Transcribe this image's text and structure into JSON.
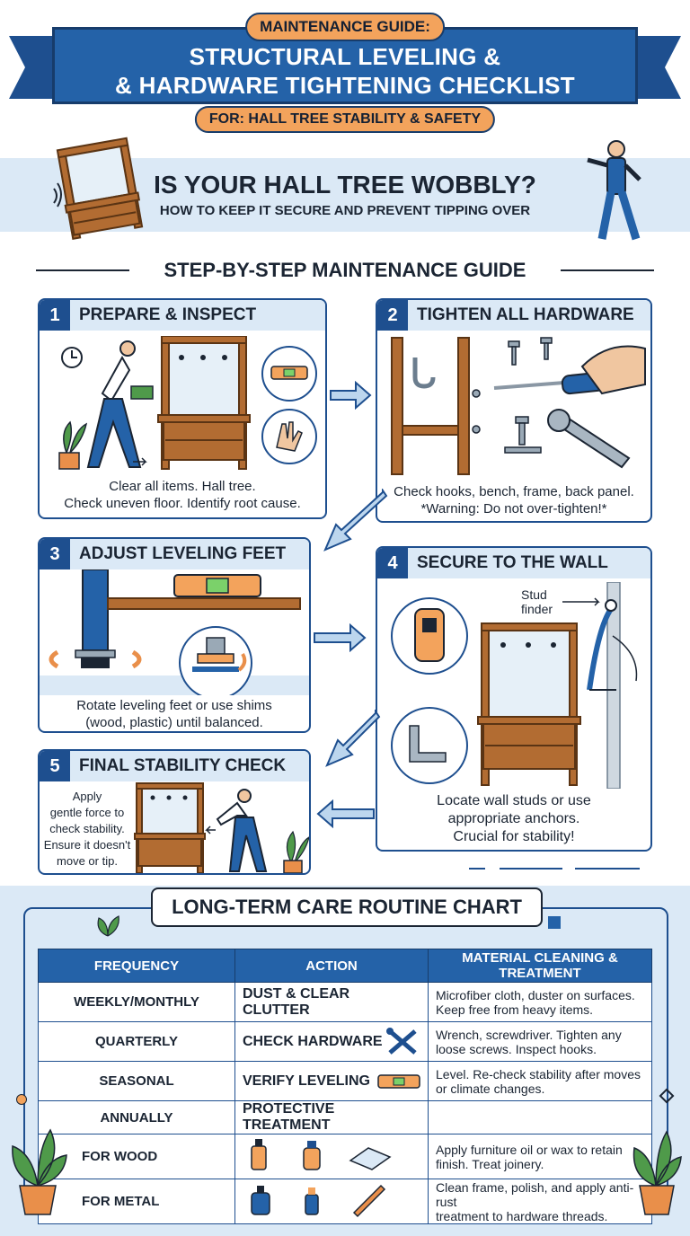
{
  "header": {
    "kicker": "MAINTENANCE GUIDE:",
    "title_line1": "STRUCTURAL LEVELING &",
    "title_line2": "& HARDWARE TIGHTENING CHECKLIST",
    "subtitle": "FOR: HALL TREE STABILITY & SAFETY"
  },
  "banner": {
    "headline": "IS YOUR HALL TREE WOBBLY?",
    "subhead": "HOW TO KEEP IT SECURE AND PREVENT TIPPING OVER"
  },
  "guide": {
    "section_title": "STEP-BY-STEP MAINTENANCE GUIDE",
    "steps": [
      {
        "num": "1",
        "title": "PREPARE & INSPECT",
        "caption_1": "Clear all items. Hall tree.",
        "caption_2": "Check uneven floor. Identify root cause."
      },
      {
        "num": "2",
        "title": "TIGHTEN ALL HARDWARE",
        "caption_1": "Check hooks, bench, frame, back panel.",
        "caption_2": "*Warning: Do not over-tighten!*"
      },
      {
        "num": "3",
        "title": "ADJUST LEVELING FEET",
        "caption_1": "Rotate leveling feet or use shims",
        "caption_2": "(wood, plastic) until balanced."
      },
      {
        "num": "4",
        "title": "SECURE TO THE WALL",
        "label_1": "Stud",
        "label_2": "finder",
        "caption_1": "Locate wall studs or use",
        "caption_2": "appropriate anchors.",
        "caption_3": "Crucial for stability!"
      },
      {
        "num": "5",
        "title": "FINAL STABILITY CHECK",
        "caption_1": "Apply",
        "caption_2": "gentle force to",
        "caption_3": "check stability.",
        "caption_4": "Ensure it doesn't",
        "caption_5": "move or tip."
      }
    ]
  },
  "care": {
    "title": "LONG-TERM CARE ROUTINE CHART",
    "columns": [
      "FREQUENCY",
      "ACTION",
      "MATERIAL CLEANING & TREATMENT"
    ],
    "rows": [
      {
        "frequency": "WEEKLY/MONTHLY",
        "action": "DUST & CLEAR CLUTTER",
        "treatment_1": "Microfiber cloth, duster on surfaces.",
        "treatment_2": "Keep free from heavy items."
      },
      {
        "frequency": "QUARTERLY",
        "action": "CHECK HARDWARE",
        "treatment_1": "Wrench, screwdriver. Tighten any",
        "treatment_2": "loose screws. Inspect hooks."
      },
      {
        "frequency": "SEASONAL",
        "action": "VERIFY LEVELING",
        "treatment_1": "Level. Re-check stability after moves",
        "treatment_2": "or climate changes."
      },
      {
        "frequency": "ANNUALLY",
        "action": "PROTECTIVE TREATMENT",
        "treatment_1": "",
        "treatment_2": ""
      },
      {
        "frequency": "",
        "action": "FOR WOOD",
        "treatment_1": "Apply furniture oil or wax to retain",
        "treatment_2": "finish. Treat joinery."
      },
      {
        "frequency": "",
        "action": "FOR METAL",
        "treatment_1": "Clean frame, polish, and apply anti-rust",
        "treatment_2": "treatment to hardware threads."
      }
    ]
  },
  "colors": {
    "navy": "#1e4f8f",
    "blue": "#2462a8",
    "light_blue": "#dbe9f6",
    "orange": "#f3a35c",
    "wood": "#a8652e"
  }
}
